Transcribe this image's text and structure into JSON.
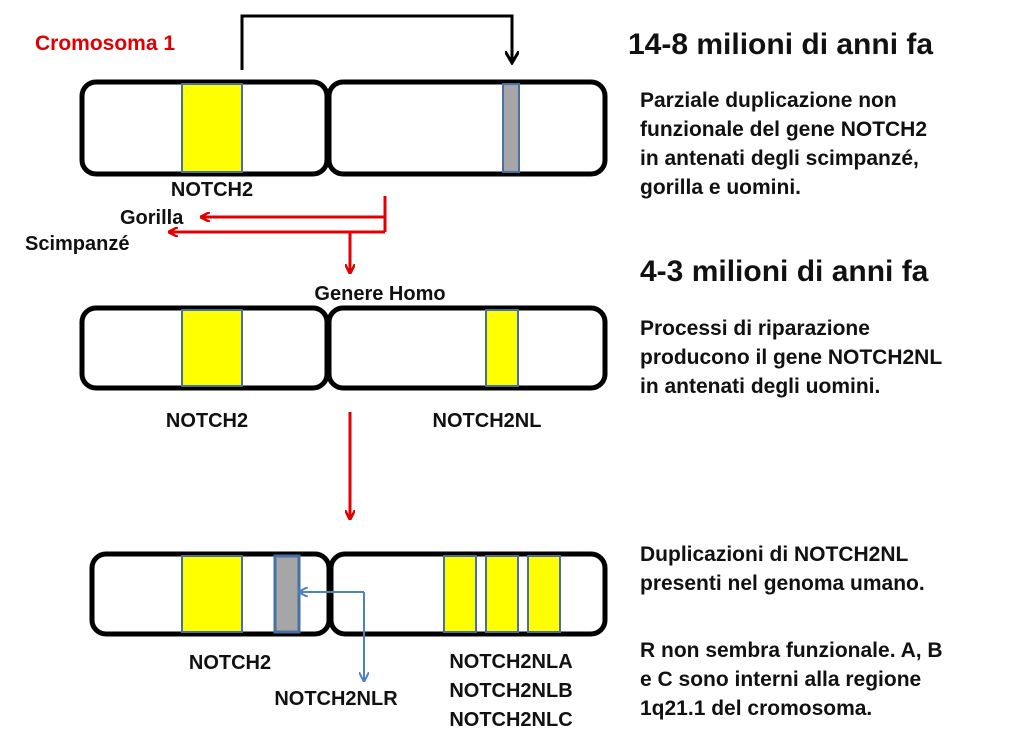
{
  "title_label": "Cromosoma 1",
  "colors": {
    "gene": "#ffff00",
    "pseudogene": "#a6a6a6",
    "gene_border": "#4a6fa5",
    "arrow_red": "#e00000",
    "arrow_blue": "#4f81bd",
    "title": "#e00000"
  },
  "stage1": {
    "heading": "14-8 milioni di anni fa",
    "text_lines": [
      "Parziale duplicazione non",
      "funzionale del gene NOTCH2",
      "in antenati degli scimpanzé,",
      "gorilla e uomini."
    ],
    "gene_labels": {
      "left": "NOTCH2"
    }
  },
  "branches": {
    "gorilla": "Gorilla",
    "chimp": "Scimpanzé",
    "homo": "Genere Homo"
  },
  "stage2": {
    "heading": "4-3 milioni di anni fa",
    "text_lines": [
      "Processi di riparazione",
      "producono il gene NOTCH2NL",
      "in antenati degli uomini."
    ],
    "gene_labels": {
      "left": "NOTCH2",
      "right": "NOTCH2NL"
    }
  },
  "stage3": {
    "text_lines_a": [
      "Duplicazioni di NOTCH2NL",
      "presenti nel genoma  umano."
    ],
    "text_lines_b": [
      "R non sembra funzionale. A, B",
      "e C sono interni alla regione",
      "1q21.1 del cromosoma."
    ],
    "gene_labels": {
      "left": "NOTCH2",
      "pseudo": "NOTCH2NLR",
      "right": [
        "NOTCH2NLA",
        "NOTCH2NLB",
        "NOTCH2NLC"
      ]
    }
  }
}
